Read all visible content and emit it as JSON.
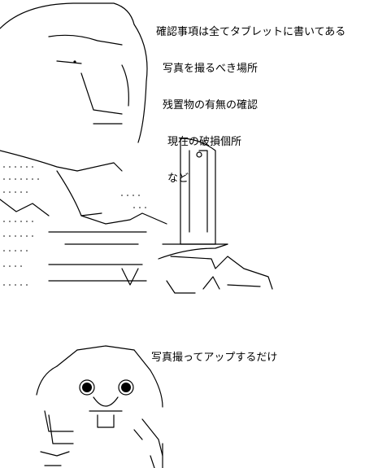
{
  "checklist": {
    "lines": [
      "確認事項は全てタブレットに書いてある",
      "写真を撮るべき場所",
      "残置物の有無の確認",
      "現在の破損個所",
      "など"
    ]
  },
  "caption": "写真撮ってアップするだけ"
}
